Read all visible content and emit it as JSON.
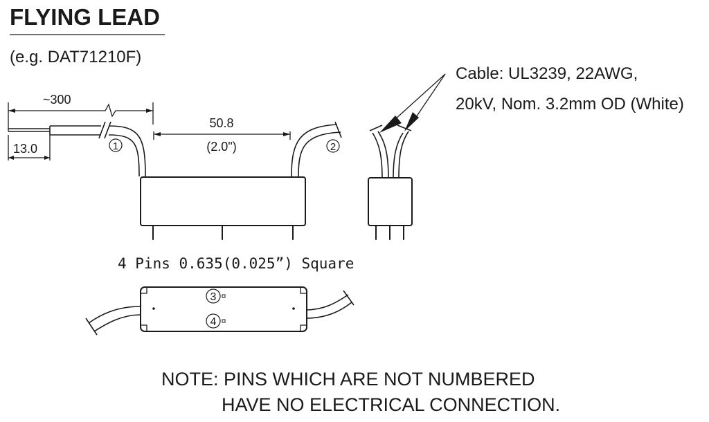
{
  "title": "FLYING LEAD",
  "example": "(e.g. DAT71210F)",
  "dimensions": {
    "lead_length": "~300",
    "strip_length": "13.0",
    "pitch_mm": "50.8",
    "pitch_in": "(2.0\")"
  },
  "pin_labels": {
    "pin1": "1",
    "pin2": "2",
    "pin3": "3",
    "pin4": "4"
  },
  "cable_spec": {
    "line1": "Cable: UL3239, 22AWG,",
    "line2": "20kV, Nom. 3.2mm OD (White)"
  },
  "pins_note": "4 Pins 0.635(0.025”) Square",
  "note": {
    "line1": "NOTE: PINS WHICH ARE NOT NUMBERED",
    "line2": "HAVE NO ELECTRICAL CONNECTION."
  }
}
